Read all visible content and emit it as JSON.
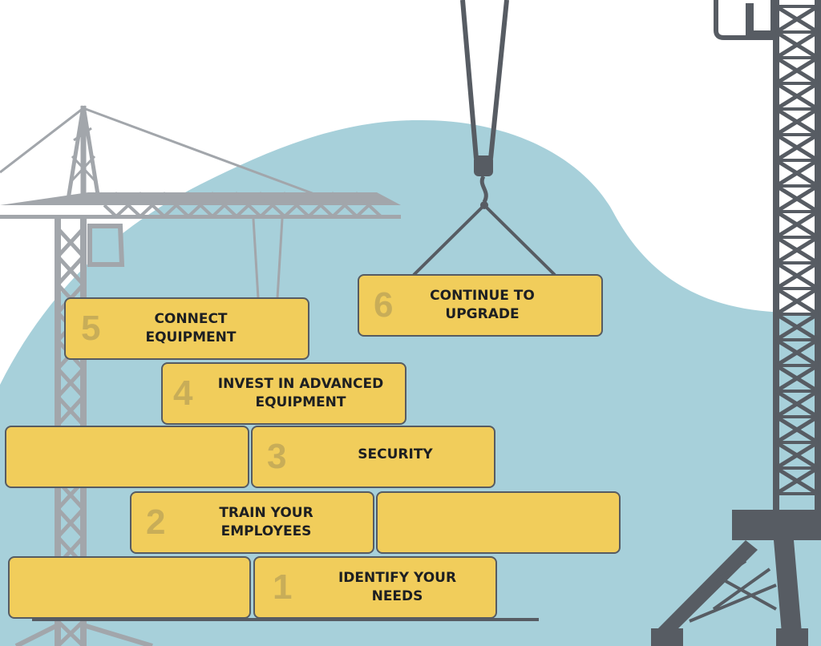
{
  "colors": {
    "background": "#ffffff",
    "blob": "#a7d0da",
    "crane_light": "#a2a6ab",
    "crane_dark": "#575c63",
    "brick": "#f1cd5b",
    "brick_border": "#565b62",
    "number": "#c8ad58",
    "text": "#1d1f22"
  },
  "icons": {
    "left_crane": "tower-crane-icon",
    "right_crane": "tower-crane-icon",
    "hook": "crane-hook-icon"
  },
  "steps": [
    {
      "number": "1",
      "label": "IDENTIFY YOUR\nNEEDS"
    },
    {
      "number": "2",
      "label": "TRAIN YOUR\nEMPLOYEES"
    },
    {
      "number": "3",
      "label": "SECURITY"
    },
    {
      "number": "4",
      "label": "INVEST IN ADVANCED\nEQUIPMENT"
    },
    {
      "number": "5",
      "label": "CONNECT\nEQUIPMENT"
    },
    {
      "number": "6",
      "label": "CONTINUE TO\nUPGRADE"
    }
  ]
}
